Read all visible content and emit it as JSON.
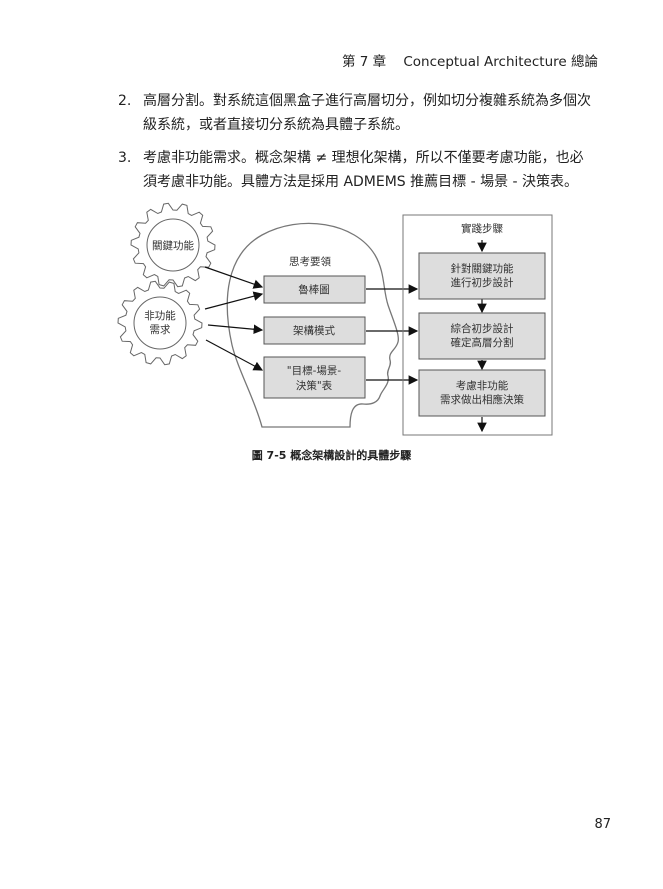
{
  "header": {
    "chapter": "第 7 章",
    "title": "Conceptual Architecture 總論"
  },
  "items": [
    {
      "num": "2.",
      "line1": "高層分割。對系統這個黑盒子進行高層切分，例如切分複雜系統為多個次",
      "line2": "級系統，或者直接切分系統為具體子系統。"
    },
    {
      "num": "3.",
      "line1": "考慮非功能需求。概念架構 ≠ 理想化架構，所以不僅要考慮功能，也必",
      "line2": "須考慮非功能。具體方法是採用 ADMEMS 推薦目標 - 場景 - 決策表。"
    }
  ],
  "figure": {
    "gear1": "關鍵功能",
    "gear2_l1": "非功能",
    "gear2_l2": "需求",
    "head_title": "思考要領",
    "think": [
      "魯棒圖",
      "架構模式",
      "\"目標-場景-",
      "決策\"表"
    ],
    "steps_title": "實踐步驟",
    "steps": [
      [
        "針對關鍵功能",
        "進行初步設計"
      ],
      [
        "綜合初步設計",
        "確定高層分割"
      ],
      [
        "考慮非功能",
        "需求做出相應決策"
      ]
    ],
    "caption": "圖 7-5  概念架構設計的具體步驟"
  },
  "page_number": "87"
}
